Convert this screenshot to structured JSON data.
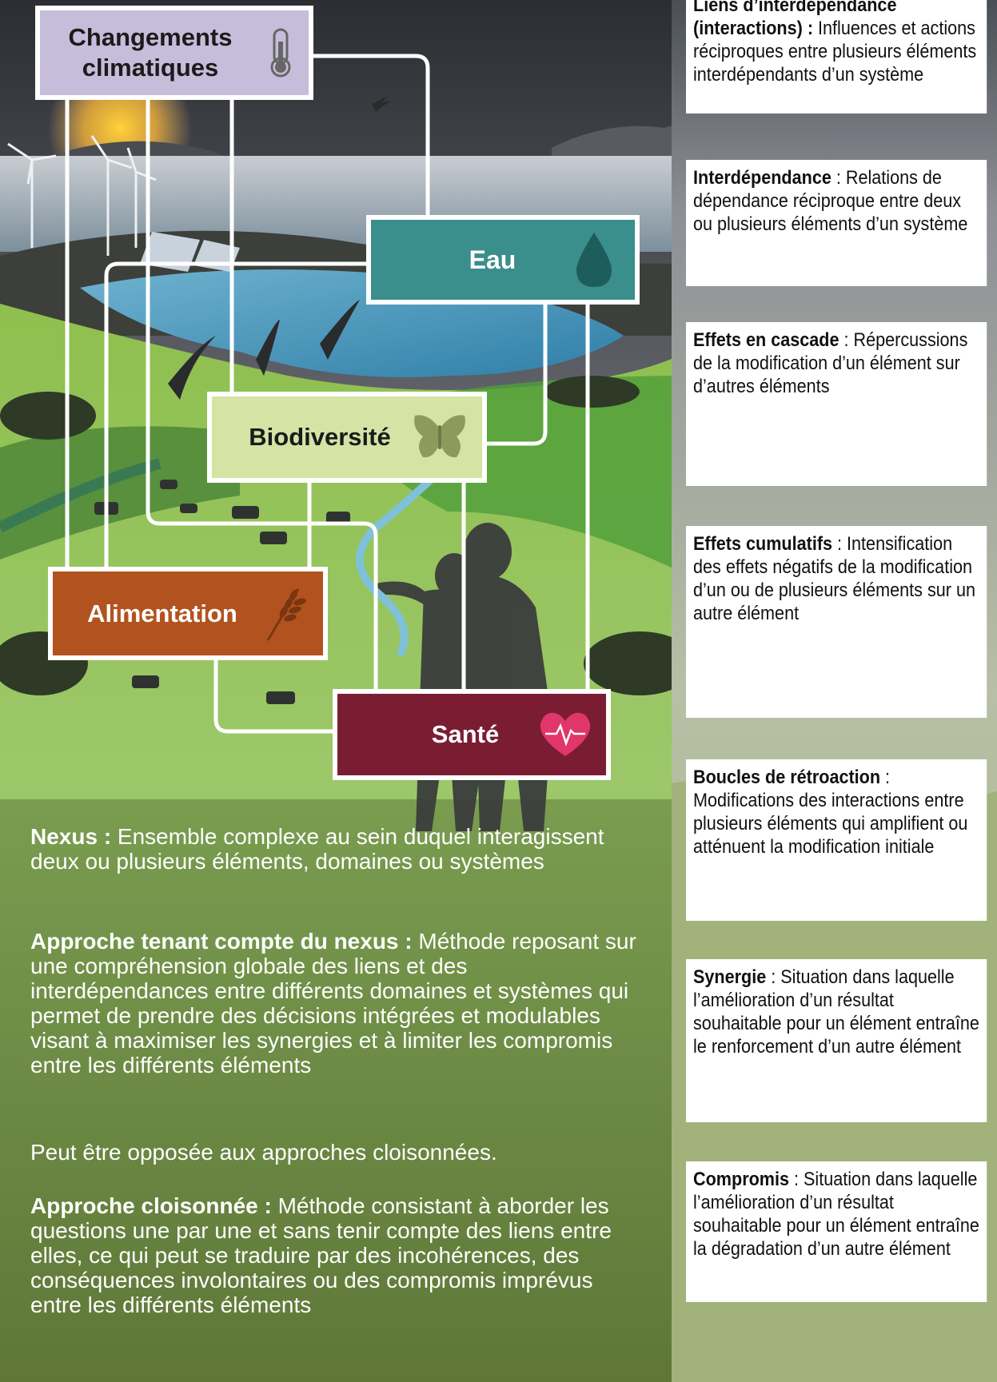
{
  "colors": {
    "climate": "#c6bddb",
    "eau": "#3a8e8c",
    "biodiversite": "#d5e3a5",
    "alimentation": "#b2531f",
    "sante": "#7a1d32",
    "connector": "#ffffff"
  },
  "nodes": {
    "climate": {
      "label": "Changements climatiques",
      "icon": "thermometer-icon"
    },
    "eau": {
      "label": "Eau",
      "icon": "water-drop-icon"
    },
    "biodiversite": {
      "label": "Biodiversité",
      "icon": "butterfly-icon"
    },
    "alimentation": {
      "label": "Alimentation",
      "icon": "wheat-icon"
    },
    "sante": {
      "label": "Santé",
      "icon": "heart-pulse-icon"
    }
  },
  "definitions": [
    {
      "term": "Liens d’interdépendance (interactions) :",
      "text": " Influences et actions réciproques entre plusieurs éléments interdépendants d’un système"
    },
    {
      "term": "Interdépendance",
      "text": " : Relations de dépendance réciproque entre deux ou plusieurs éléments d’un système"
    },
    {
      "term": "Effets en cascade",
      "text": " : Répercussions de la modification d’un élément sur d’autres éléments"
    },
    {
      "term": "Effets cumulatifs",
      "text": " : Intensification des effets négatifs de la modification d’un ou de plusieurs éléments sur un autre élément"
    },
    {
      "term": "Boucles de rétroaction",
      "text": " : Modifications des interactions entre plusieurs éléments qui amplifient ou atténuent la modification initiale"
    },
    {
      "term": "Synergie",
      "text": " : Situation dans laquelle l’amélioration d’un résultat souhaitable pour un élément entraîne le renforcement d’un autre élément"
    },
    {
      "term": "Compromis",
      "text": " : Situation dans laquelle l’amélioration d’un résultat souhaitable pour un élément entraîne la dégradation d’un autre élément"
    }
  ],
  "body_text": {
    "nexus_term": "Nexus :",
    "nexus_text": " Ensemble complexe au sein duquel interagissent deux ou plusieurs éléments, domaines ou systèmes",
    "approche_term": "Approche tenant compte du nexus :",
    "approche_text": " Méthode reposant sur une compréhension globale des liens et des interdépendances entre différents domaines et systèmes qui permet de prendre des décisions intégrées et modulables visant à maximiser les synergies et à limiter les compromis entre les différents éléments",
    "opposee": "Peut être opposée aux approches cloisonnées.",
    "cloison_term": "Approche cloisonnée :",
    "cloison_text": " Méthode consistant à aborder les questions une par une et sans tenir compte des liens entre elles, ce qui peut se traduire par des incohérences, des conséquences involontaires ou des compromis imprévus entre les différents éléments"
  }
}
